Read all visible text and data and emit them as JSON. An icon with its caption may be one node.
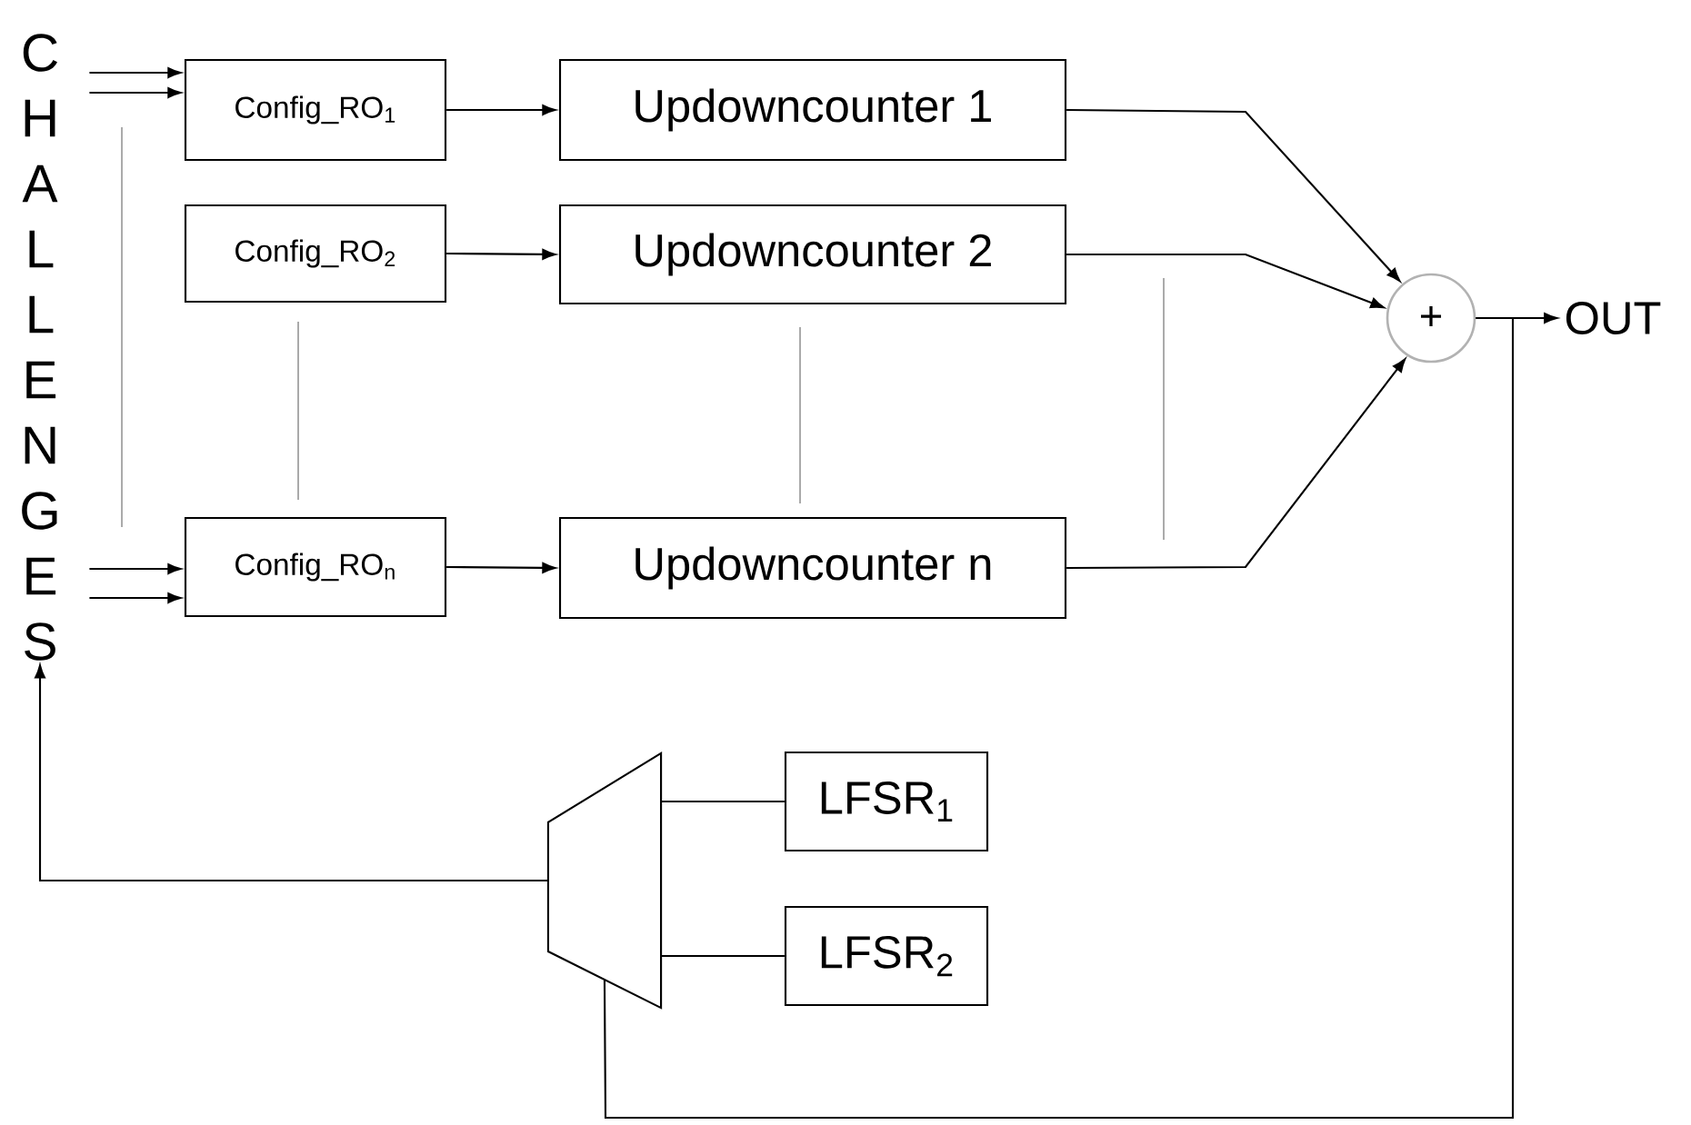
{
  "diagram": {
    "nodes": [
      {
        "text": [
          "CHALLENGES"
        ]
      },
      {
        "text": [
          "Config_RO$_{1}$"
        ]
      },
      {
        "text": [
          "Updowncounter 1"
        ]
      },
      {
        "text": [
          "Config_RO$_{2}$"
        ]
      },
      {
        "text": [
          "Updowncounter 2"
        ]
      },
      {
        "text": [
          "Config_RO$_{n}$"
        ]
      },
      {
        "text": [
          "Updowncounter n"
        ]
      },
      {
        "text": [
          "+"
        ]
      },
      {
        "text": [
          "OUT"
        ]
      },
      {
        "text": [],
        "shape": "trapezoid"
      },
      {
        "text": [
          "LFSR$_{1}$"
        ]
      },
      {
        "text": [
          "LFSR$_{2}$"
        ]
      }
    ],
    "edges": [
      {
        "from": 0,
        "to": 1,
        "arrow": "to"
      },
      {
        "from": 0,
        "to": 1,
        "arrow": "to"
      },
      {
        "from": 0,
        "to": 5,
        "arrow": "to"
      },
      {
        "from": 0,
        "to": 5,
        "arrow": "to"
      },
      {
        "from": 1,
        "to": 2,
        "arrow": "to"
      },
      {
        "from": 3,
        "to": 4,
        "arrow": "to"
      },
      {
        "from": 5,
        "to": 6,
        "arrow": "to"
      },
      {
        "from": 2,
        "to": 7,
        "arrow": "to"
      },
      {
        "from": 4,
        "to": 7,
        "arrow": "to"
      },
      {
        "from": 6,
        "to": 7,
        "arrow": "to"
      },
      {
        "from": 7,
        "to": 8,
        "arrow": "to"
      },
      {
        "from": 7,
        "to": 9,
        "arrow": "none"
      },
      {
        "from": 10,
        "to": 9,
        "arrow": "none"
      },
      {
        "from": 11,
        "to": 9,
        "arrow": "none"
      },
      {
        "from": 9,
        "to": 0,
        "arrow": "to"
      }
    ]
  }
}
